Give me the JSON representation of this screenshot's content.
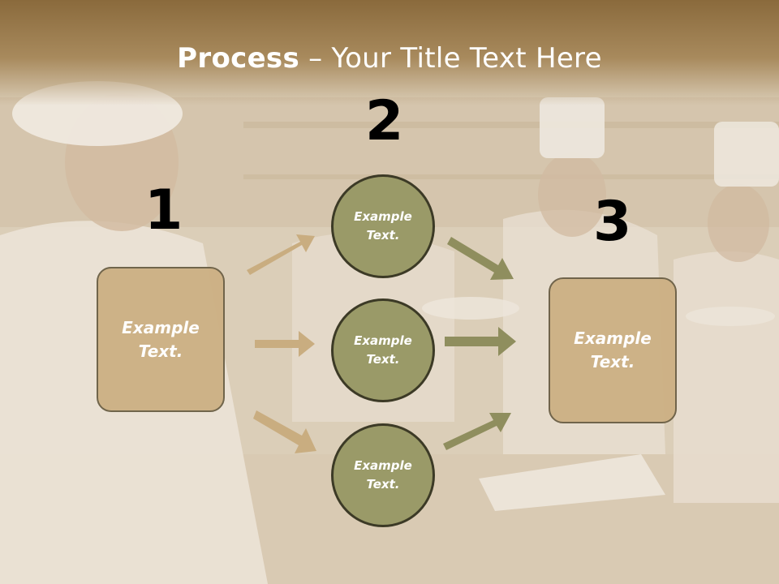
{
  "title": {
    "bold": "Process",
    "rest": " – Your Title Text Here"
  },
  "steps": {
    "one": "1",
    "two": "2",
    "three": "3"
  },
  "left_box": {
    "line1": "Example",
    "line2": "Text."
  },
  "circles": [
    {
      "line1": "Example",
      "line2": "Text."
    },
    {
      "line1": "Example",
      "line2": "Text."
    },
    {
      "line1": "Example",
      "line2": "Text."
    }
  ],
  "right_box": {
    "line1": "Example",
    "line2": "Text."
  },
  "colors": {
    "header": "#8a6a3c",
    "box_fill": "#cdb185",
    "circle_fill": "#9a9a68",
    "arrow_left": "#c9ad80",
    "arrow_right": "#8f8e5e"
  }
}
